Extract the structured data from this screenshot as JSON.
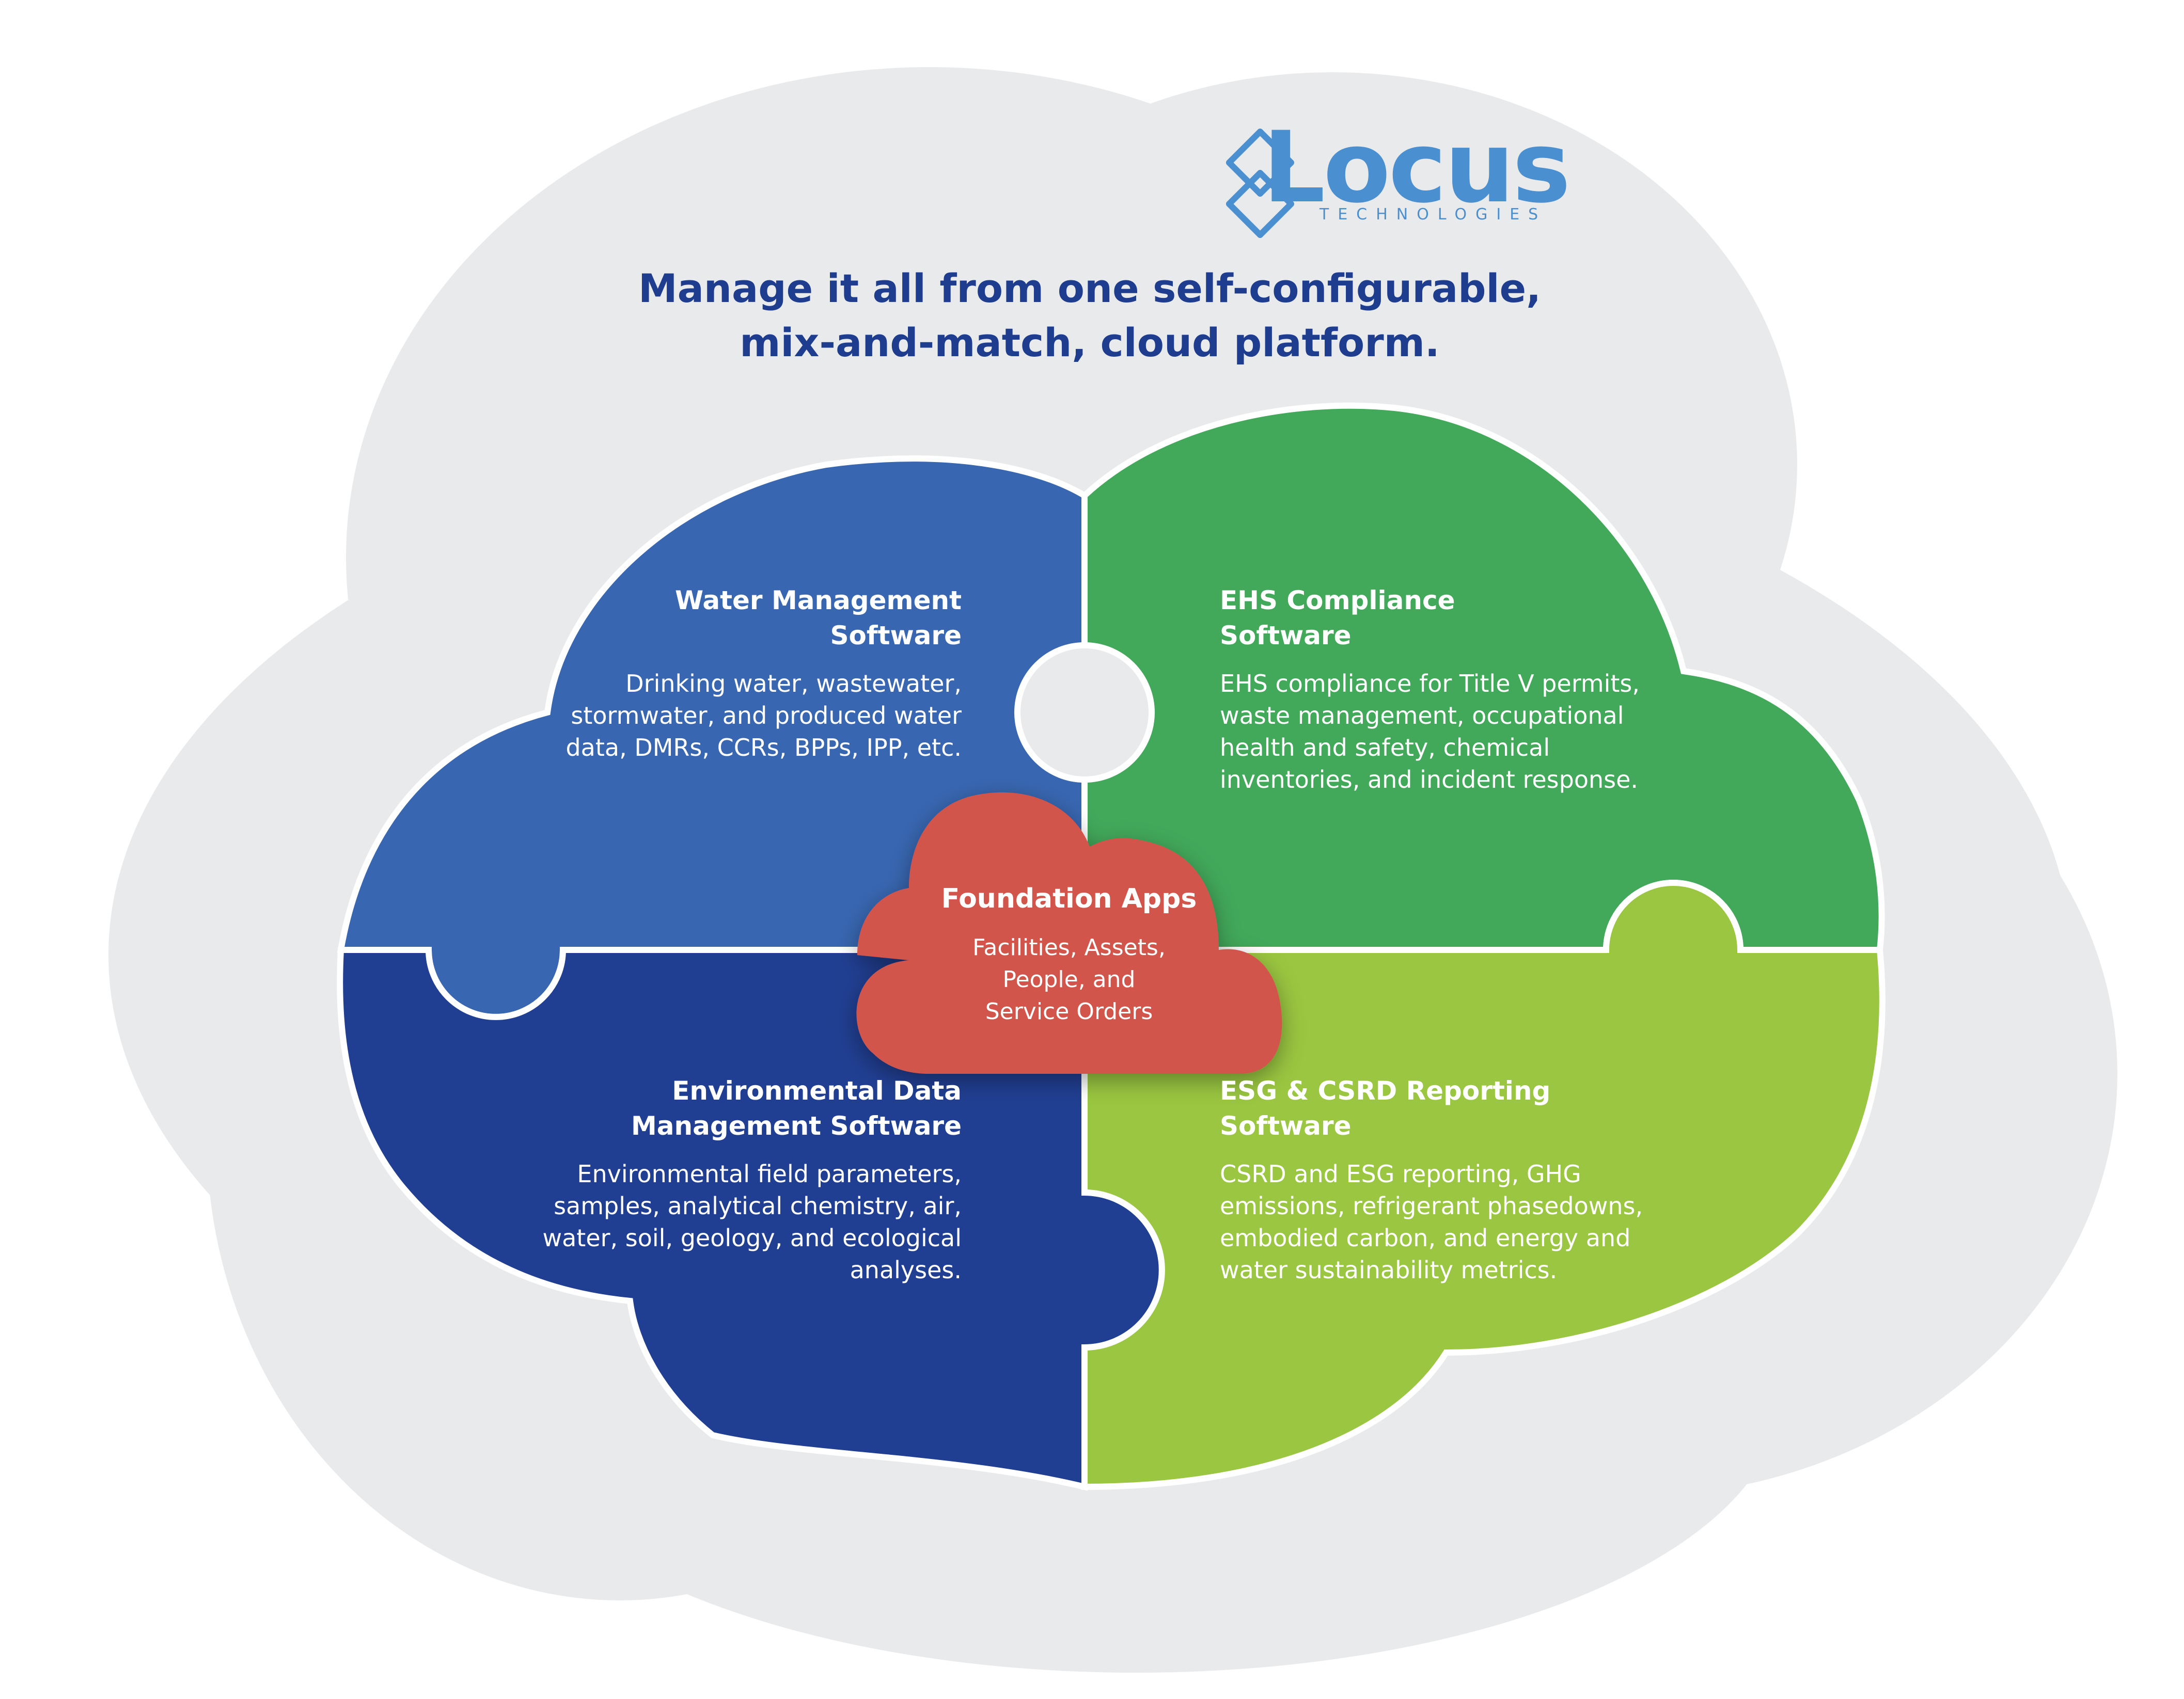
{
  "brand": {
    "name": "Locus",
    "tagline": "TECHNOLOGIES",
    "color": "#4a8fd0"
  },
  "headline": {
    "line1": "Manage it all from one self-configurable,",
    "line2": "mix-and-match, cloud platform.",
    "color": "#1f3d8f"
  },
  "colors": {
    "cloud_background": "#e9eaec",
    "water": "#3866b0",
    "ehs": "#42a85a",
    "edm": "#213f92",
    "esg": "#9ac641",
    "foundation": "#d2554b",
    "text_on_piece": "#ffffff"
  },
  "pieces": {
    "water": {
      "title": [
        "Water Management",
        "Software"
      ],
      "body": [
        "Drinking water, wastewater,",
        "stormwater, and produced water",
        "data, DMRs, CCRs, BPPs, IPP, etc."
      ]
    },
    "ehs": {
      "title": [
        "EHS Compliance",
        "Software"
      ],
      "body": [
        "EHS compliance for Title V permits,",
        "waste management, occupational",
        "health and safety, chemical",
        "inventories, and incident response."
      ]
    },
    "edm": {
      "title": [
        "Environmental Data",
        "Management Software"
      ],
      "body": [
        "Environmental field parameters,",
        "samples, analytical chemistry, air,",
        "water, soil, geology, and ecological",
        "analyses."
      ]
    },
    "esg": {
      "title": [
        "ESG & CSRD Reporting",
        "Software"
      ],
      "body": [
        "CSRD and ESG reporting, GHG",
        "emissions, refrigerant phasedowns,",
        "embodied carbon, and energy and",
        "water sustainability metrics."
      ]
    },
    "foundation": {
      "title": "Foundation Apps",
      "body": [
        "Facilities, Assets,",
        "People, and",
        "Service Orders"
      ]
    }
  }
}
